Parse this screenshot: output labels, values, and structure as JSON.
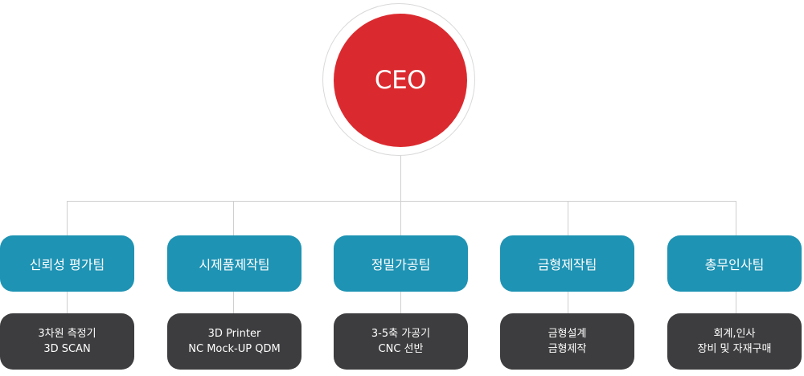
{
  "ceo": {
    "label": "CEO"
  },
  "teams": [
    {
      "name": "신뢰성 평가팀",
      "duties": [
        "3차원 측정기",
        "3D SCAN"
      ]
    },
    {
      "name": "시제품제작팀",
      "duties": [
        "3D Printer",
        "NC Mock-UP QDM"
      ]
    },
    {
      "name": "정밀가공팀",
      "duties": [
        "3-5축 가공기",
        "CNC 선반"
      ]
    },
    {
      "name": "금형제작팀",
      "duties": [
        "금형설계",
        "금형제작"
      ]
    },
    {
      "name": "총무인사팀",
      "duties": [
        "회계,인사",
        "장비 및 자재구매"
      ]
    }
  ],
  "colors": {
    "ceo": "#db2a2f",
    "team": "#1e93b4",
    "duty": "#3d3d3f",
    "connector": "#cfcfcf"
  }
}
